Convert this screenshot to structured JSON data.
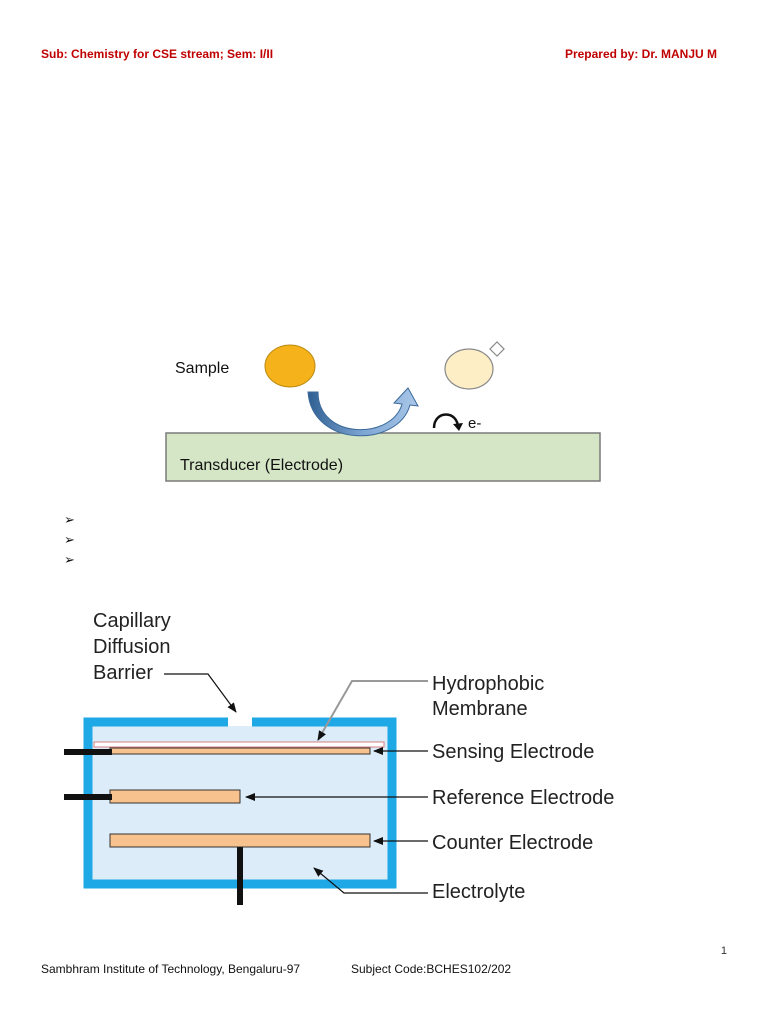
{
  "header": {
    "subject": "Sub: Chemistry for CSE stream; Sem: I/II",
    "prepared_by": "Prepared by: Dr. MANJU  M"
  },
  "figure1": {
    "sample_label": "Sample",
    "electron_label": "e-",
    "transducer_label": "Transducer (Electrode)"
  },
  "bullets": [
    {
      "marker": "➢",
      "text": ""
    },
    {
      "marker": "➢",
      "text": ""
    },
    {
      "marker": "➢",
      "text": ""
    }
  ],
  "figure2": {
    "capillary_line1": "Capillary",
    "capillary_line2": "Diffusion",
    "capillary_line3": "Barrier",
    "hydrophobic_line1": "Hydrophobic",
    "hydrophobic_line2": "Membrane",
    "sensing_electrode": "Sensing Electrode",
    "reference_electrode": "Reference Electrode",
    "counter_electrode": "Counter Electrode",
    "electrolyte": "Electrolyte",
    "colors": {
      "housing": "#1ea9e6",
      "electrolyte_fill": "#dcecf8",
      "electrode": "#f7c28e",
      "membrane": "#d98080"
    }
  },
  "page_number": "1",
  "footer": {
    "institute": "Sambhram Institute of Technology, Bengaluru-97",
    "subject_code": "Subject Code:BCHES102/202"
  }
}
